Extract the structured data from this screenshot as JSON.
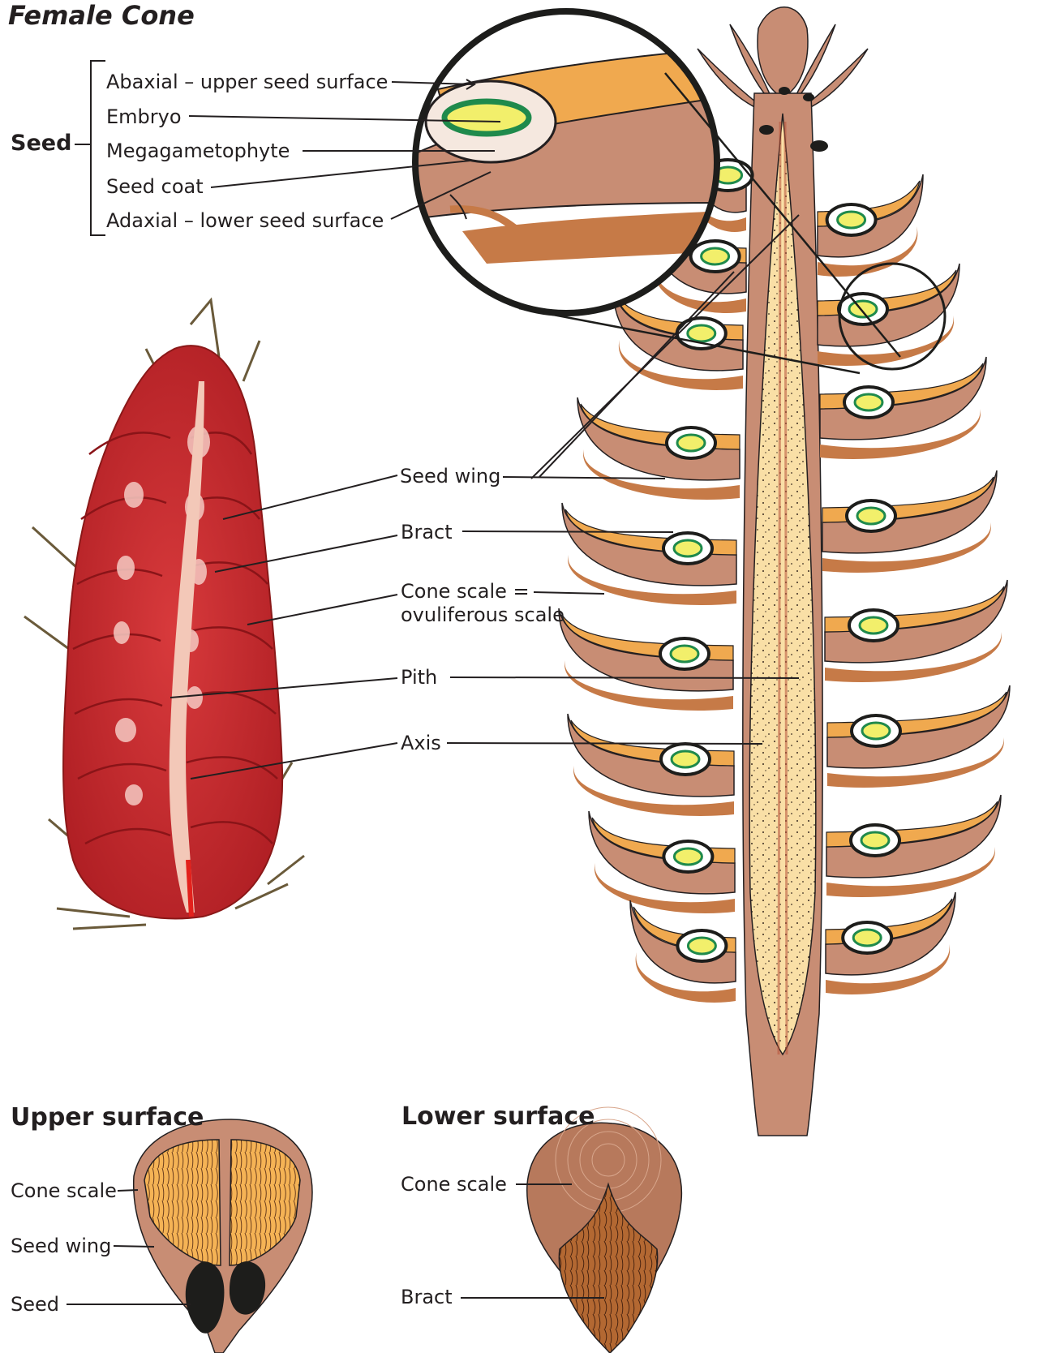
{
  "title": "Female Cone",
  "seed_group": {
    "label": "Seed",
    "items": [
      "Abaxial – upper seed surface",
      "Embryo",
      "Megagametophyte",
      "Seed coat",
      "Adaxial – lower seed surface"
    ]
  },
  "cone_labels": {
    "seed_wing": "Seed wing",
    "bract": "Bract",
    "cone_scale_line1": "Cone scale =",
    "cone_scale_line2": "ovuliferous scale",
    "pith": "Pith",
    "axis": "Axis"
  },
  "upper_surface": {
    "title": "Upper surface",
    "labels": [
      "Cone scale",
      "Seed wing",
      "Seed"
    ]
  },
  "lower_surface": {
    "title": "Lower surface",
    "labels": [
      "Cone scale",
      "Bract"
    ]
  },
  "colors": {
    "scale_brown": "#c88d74",
    "wing_orange": "#f0a94f",
    "bract_brown": "#c67a47",
    "pith_cream": "#f9dfa6",
    "embryo_green": "#1f8a4c",
    "embryo_yellow": "#f2ef6b",
    "megagametophyte": "#f5e8df",
    "photo_red": "#c42c30",
    "seed_black": "#1d1d1b"
  }
}
